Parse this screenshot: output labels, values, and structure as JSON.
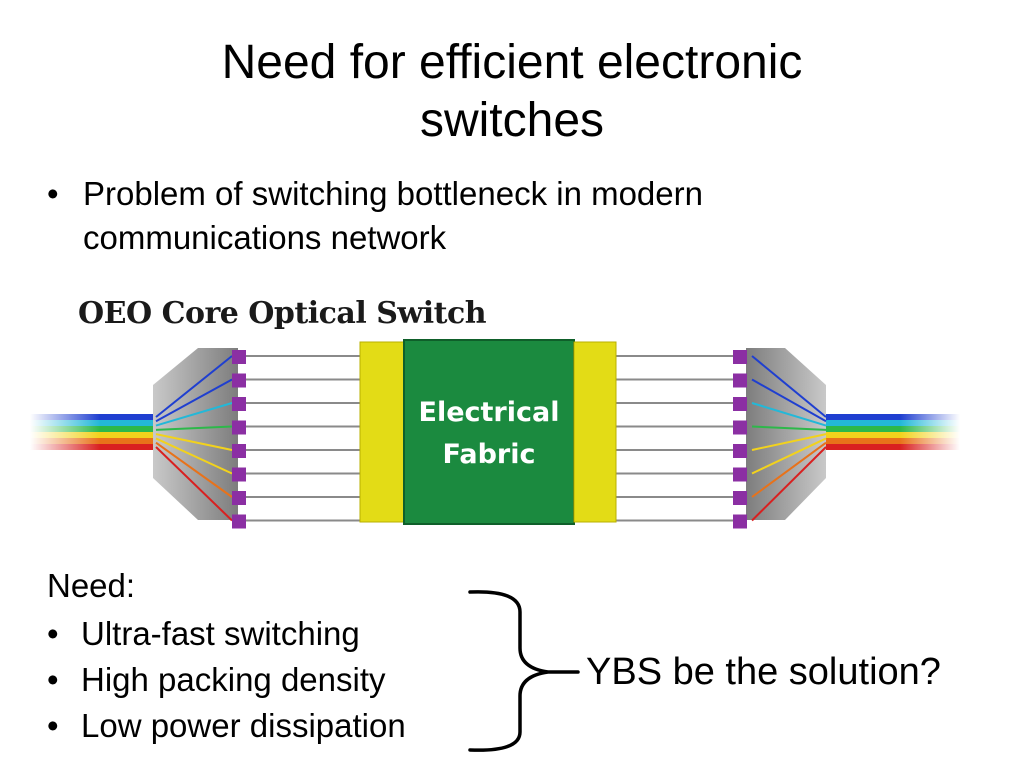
{
  "slide": {
    "title_line1": "Need for efficient electronic",
    "title_line2": "switches",
    "bullet_marker": "•",
    "bullet_text_line1": "Problem of switching bottleneck in modern",
    "bullet_text_line2": "communications network"
  },
  "diagram": {
    "heading": "OEO Core Optical Switch",
    "fabric_label_line1": "Electrical",
    "fabric_label_line2": "Fabric",
    "colors": {
      "fabric": "#1b8a3f",
      "fabric_border": "#0f5f2a",
      "sides": "#e3dc16",
      "ports": "#8b2fa3",
      "housing": "#9a9a9a",
      "rainbow": [
        "#1f3fd0",
        "#23b8d8",
        "#2db84a",
        "#f2d21c",
        "#e8721a",
        "#d92020"
      ]
    }
  },
  "needs": {
    "heading": "Need:",
    "items": [
      "Ultra-fast switching",
      "High packing density",
      "Low power dissipation"
    ],
    "answer": "YBS be the solution?"
  }
}
